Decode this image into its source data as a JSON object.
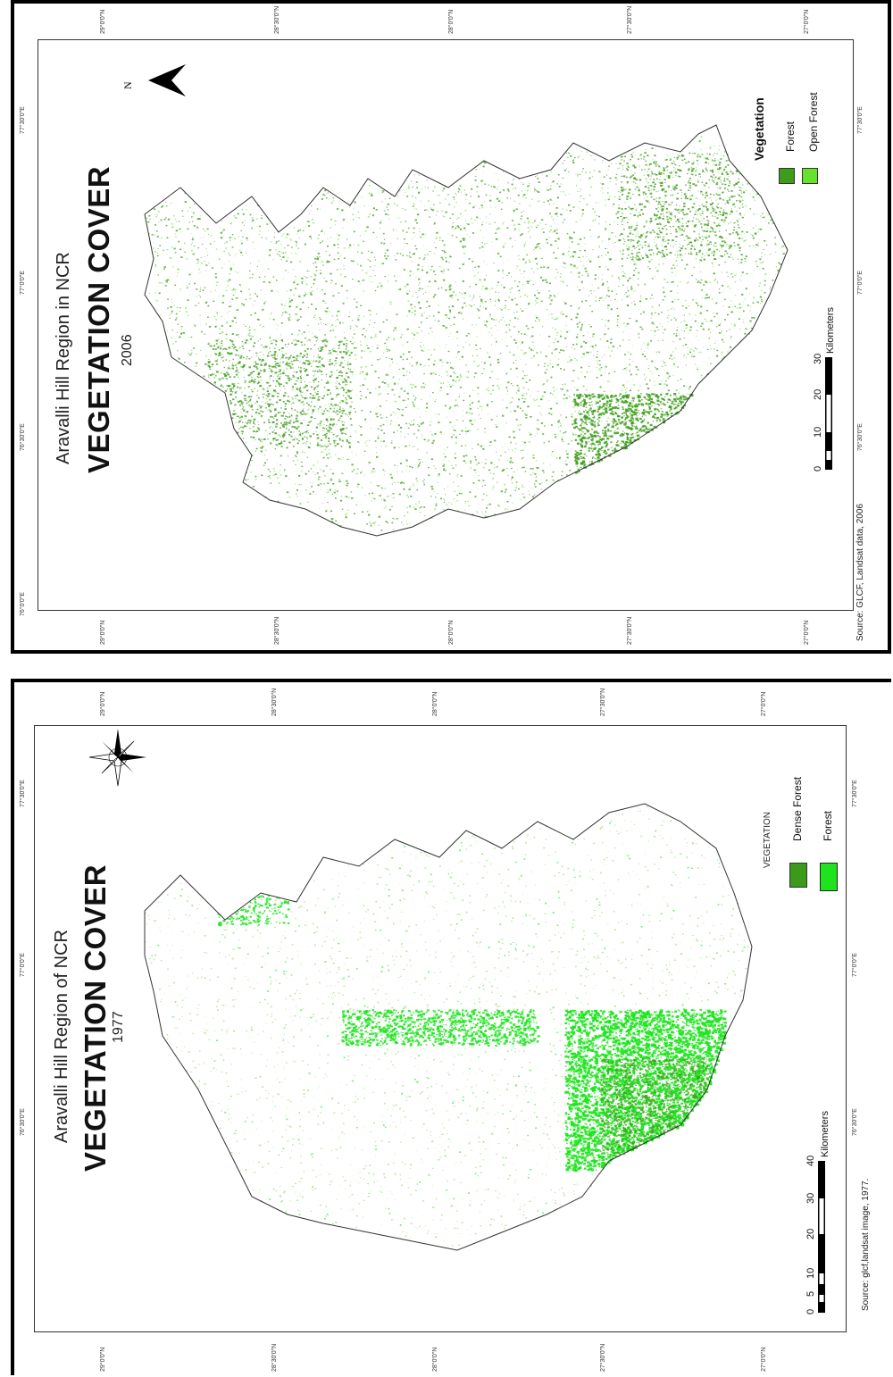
{
  "top_map": {
    "region_title": "Aravalli Hill Region in NCR",
    "main_title": "VEGETATION COVER",
    "year": "2006",
    "legend_title": "Vegetation",
    "legend": [
      {
        "label": "Forest",
        "color": "#3d9c1a"
      },
      {
        "label": "Open Forest",
        "color": "#66e22a"
      }
    ],
    "north_label": "N",
    "scale_unit": "Kilometers",
    "scale_ticks": [
      "0",
      "10",
      "20",
      "30"
    ],
    "source": "Source: GLCF, Landsat data, 2006",
    "lon_labels": [
      "76°0'0\"E",
      "76°30'0\"E",
      "77°0'0\"E",
      "77°30'0\"E"
    ],
    "lat_labels": [
      "29°0'0\"N",
      "28°30'0\"N",
      "28°0'0\"N",
      "27°30'0\"N",
      "27°0'0\"N"
    ]
  },
  "bottom_map": {
    "region_title": "Aravalli Hill Region of NCR",
    "main_title": "VEGETATION COVER",
    "year": "1977",
    "legend_title": "VEGETATION",
    "legend": [
      {
        "label": "Dense Forest",
        "color": "#3a9a1c"
      },
      {
        "label": "Forest",
        "color": "#1ee41e"
      }
    ],
    "scale_unit": "Kilometers",
    "scale_ticks": [
      "0",
      "5",
      "10",
      "20",
      "30",
      "40"
    ],
    "source": "Source: glcf,landsat image, 1977.",
    "lon_labels": [
      "76°30'0\"E",
      "77°0'0\"E",
      "77°30'0\"E"
    ],
    "lat_labels": [
      "29°0'0\"N",
      "28°30'0\"N",
      "28°0'0\"N",
      "27°30'0\"N",
      "27°0'0\"N"
    ]
  },
  "colors": {
    "forest_dark": "#3d9c1a",
    "forest_light": "#66e22a",
    "forest_bright": "#1ee41e",
    "open_pale": "#b9d48a"
  }
}
